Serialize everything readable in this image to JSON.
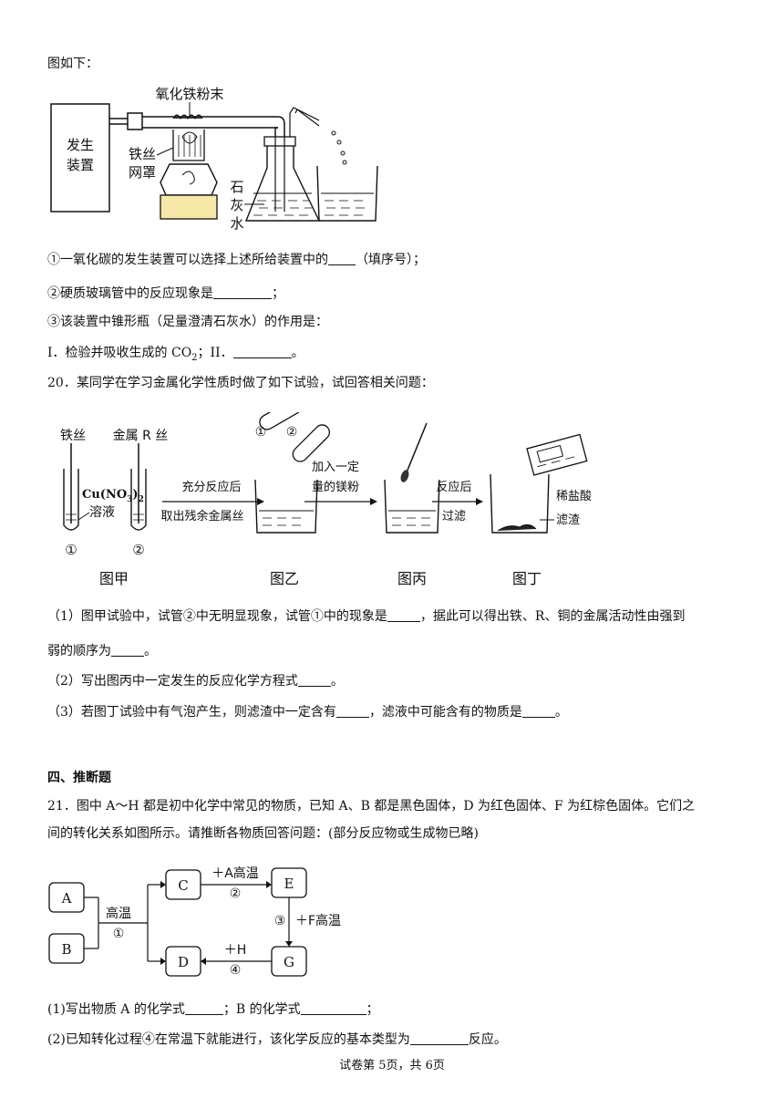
{
  "q19": {
    "intro": "图如下：",
    "fig": {
      "label_powder": "氧化铁粉末",
      "label_generator_1": "发生",
      "label_generator_2": "装置",
      "label_gauze_1": "铁丝",
      "label_gauze_2": "网罩",
      "label_limewater_1": "石",
      "label_limewater_2": "灰",
      "label_limewater_3": "水"
    },
    "s1_a": "①一氧化碳的发生装置可以选择上述所给装置中的",
    "s1_b": "（填序号）；",
    "s2_a": "②硬质玻璃管中的反应现象是",
    "s2_b": "；",
    "s3": "③该装置中锥形瓶（足量澄清石灰水）的作用是：",
    "s4_a": "I．检验并吸收生成的 CO",
    "s4_sub": "2",
    "s4_b": "；II．",
    "s4_c": "。"
  },
  "q20": {
    "stem": "20．某同学在学习金属化学性质时做了如下试验，试回答相关问题：",
    "fig": {
      "iron_wire": "铁丝",
      "metal_r": "金属 R 丝",
      "solution_1": "Cu(NO",
      "solution_sub1": "3",
      "solution_2": ")",
      "solution_sub2": "2",
      "solution_3": "溶液",
      "tube1": "①",
      "tube2": "②",
      "arrow1_top": "充分反应后",
      "arrow1_bottom": "取出残余金属丝",
      "arrow2_top_1": "加入一定",
      "arrow2_top_2": "量的镁粉",
      "arrow3_top": "反应后",
      "arrow3_bottom": "过滤",
      "dilute_hcl": "稀盐酸",
      "residue": "滤渣",
      "cap_a": "图甲",
      "cap_b": "图乙",
      "cap_c": "图丙",
      "cap_d": "图丁"
    },
    "p1_a": "（1）图甲试验中，试管②中无明显现象，试管①中的现象是",
    "p1_b": "，据此可以得出铁、R、铜的金属活动性由强到",
    "p1_c": "弱的顺序为",
    "p1_d": "。",
    "p2_a": "（2）写出图丙中一定发生的反应化学方程式",
    "p2_b": "。",
    "p3_a": "（3）若图丁试验中有气泡产生，则滤渣中一定含有",
    "p3_b": "，滤液中可能含有的物质是",
    "p3_c": "。"
  },
  "section4": {
    "title": "四、推断题"
  },
  "q21": {
    "stem_1": "21．图中 A～H 都是初中化学中常见的物质，已知 A、B 都是黑色固体，D 为红色固体、F 为红棕色固体。它们之",
    "stem_2": "间的转化关系如图所示。请推断各物质回答问题：(部分反应物或生成物已略)",
    "fig": {
      "A": "A",
      "B": "B",
      "C": "C",
      "D": "D",
      "E": "E",
      "G": "G",
      "r1_label": "高温",
      "r1_num": "①",
      "r2_label": "＋A高温",
      "r2_num": "②",
      "r3_num": "③",
      "r3_label": "＋F高温",
      "r4_label": "＋H",
      "r4_num": "④"
    },
    "p1_a": "(1)写出物质 A 的化学式",
    "p1_b": "；B 的化学式",
    "p1_c": "；",
    "p2_a": "(2)已知转化过程④在常温下就能进行，该化学反应的基本类型为",
    "p2_b": "反应。"
  },
  "footer": "试卷第 5页，共 6页"
}
